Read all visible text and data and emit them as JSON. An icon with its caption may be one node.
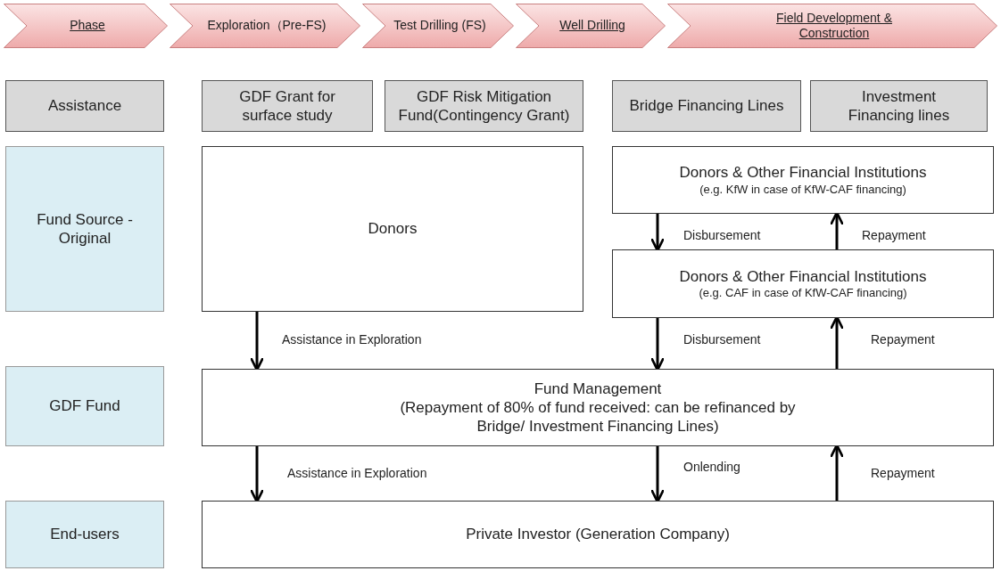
{
  "diagram": {
    "nodes": [
      {
        "text": [
          "Phase"
        ]
      },
      {
        "text": [
          "Exploration（Pre-FS)"
        ]
      },
      {
        "text": [
          "Test Drilling (FS)"
        ]
      },
      {
        "text": [
          "Well Drilling"
        ]
      },
      {
        "text": [
          "Field Development & Construction"
        ]
      },
      {
        "text": [
          "Assistance"
        ]
      },
      {
        "text": [
          "GDF Grant for surface study"
        ]
      },
      {
        "text": [
          "GDF Risk Mitigation Fund(Contingency Grant)"
        ]
      },
      {
        "text": [
          "Bridge Financing Lines"
        ]
      },
      {
        "text": [
          "Investment Financing lines"
        ]
      },
      {
        "text": [
          "Fund Source - Original"
        ]
      },
      {
        "text": [
          "Donors"
        ]
      },
      {
        "text": [
          "Donors & Other Financial Institutions",
          "(e.g. KfW in case of KfW-CAF financing)"
        ]
      },
      {
        "text": [
          "Donors & Other Financial Institutions",
          "(e.g. CAF in case of KfW-CAF financing)"
        ]
      },
      {
        "text": [
          "GDF Fund"
        ]
      },
      {
        "text": [
          "Fund Management",
          "(Repayment of 80% of fund received:  can be refinanced by Bridge/ Investment Financing Lines)"
        ]
      },
      {
        "text": [
          "End-users"
        ]
      },
      {
        "text": [
          "Private Investor (Generation Company)"
        ]
      }
    ],
    "edges": [
      {
        "from": 12,
        "to": 13,
        "arrow": "to",
        "label": "Disbursement"
      },
      {
        "from": 13,
        "to": 12,
        "arrow": "to",
        "label": "Repayment"
      },
      {
        "from": 11,
        "to": 15,
        "arrow": "to",
        "label": "Assistance in Exploration"
      },
      {
        "from": 13,
        "to": 15,
        "arrow": "to",
        "label": "Disbursement"
      },
      {
        "from": 15,
        "to": 13,
        "arrow": "to",
        "label": "Repayment"
      },
      {
        "from": 15,
        "to": 17,
        "arrow": "to",
        "label": "Assistance in Exploration"
      },
      {
        "from": 15,
        "to": 17,
        "arrow": "to",
        "label": "Onlending"
      },
      {
        "from": 17,
        "to": 15,
        "arrow": "to",
        "label": "Repayment"
      }
    ]
  }
}
